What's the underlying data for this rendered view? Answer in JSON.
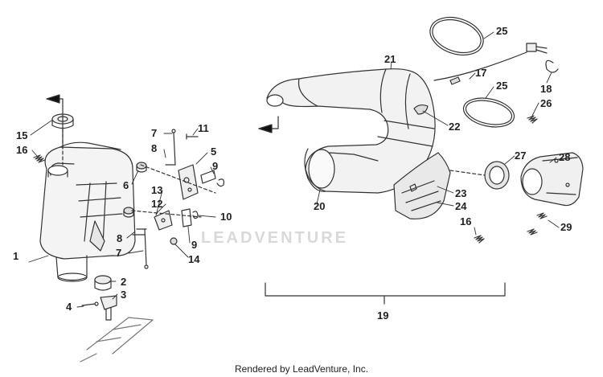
{
  "diagram": {
    "callouts": [
      {
        "id": "c1",
        "label": "1"
      },
      {
        "id": "c2",
        "label": "2"
      },
      {
        "id": "c3",
        "label": "3"
      },
      {
        "id": "c4",
        "label": "4"
      },
      {
        "id": "c5",
        "label": "5"
      },
      {
        "id": "c6",
        "label": "6"
      },
      {
        "id": "c7a",
        "label": "7"
      },
      {
        "id": "c7b",
        "label": "7"
      },
      {
        "id": "c8a",
        "label": "8"
      },
      {
        "id": "c8b",
        "label": "8"
      },
      {
        "id": "c9a",
        "label": "9"
      },
      {
        "id": "c9b",
        "label": "9"
      },
      {
        "id": "c10",
        "label": "10"
      },
      {
        "id": "c11",
        "label": "11"
      },
      {
        "id": "c12",
        "label": "12"
      },
      {
        "id": "c13",
        "label": "13"
      },
      {
        "id": "c14",
        "label": "14"
      },
      {
        "id": "c15",
        "label": "15"
      },
      {
        "id": "c16a",
        "label": "16"
      },
      {
        "id": "c16b",
        "label": "16"
      },
      {
        "id": "c17",
        "label": "17"
      },
      {
        "id": "c18",
        "label": "18"
      },
      {
        "id": "c19",
        "label": "19"
      },
      {
        "id": "c20",
        "label": "20"
      },
      {
        "id": "c21",
        "label": "21"
      },
      {
        "id": "c22",
        "label": "22"
      },
      {
        "id": "c23",
        "label": "23"
      },
      {
        "id": "c24",
        "label": "24"
      },
      {
        "id": "c25a",
        "label": "25"
      },
      {
        "id": "c25b",
        "label": "25"
      },
      {
        "id": "c26",
        "label": "26"
      },
      {
        "id": "c27",
        "label": "27"
      },
      {
        "id": "c28",
        "label": "28"
      },
      {
        "id": "c29",
        "label": "29"
      }
    ],
    "watermark": "LEADVENTURE",
    "footer": "Rendered by LeadVenture, Inc.",
    "colors": {
      "line": "#333333",
      "label": "#222222",
      "watermark": "#d9d9d9",
      "background": "#ffffff"
    }
  }
}
